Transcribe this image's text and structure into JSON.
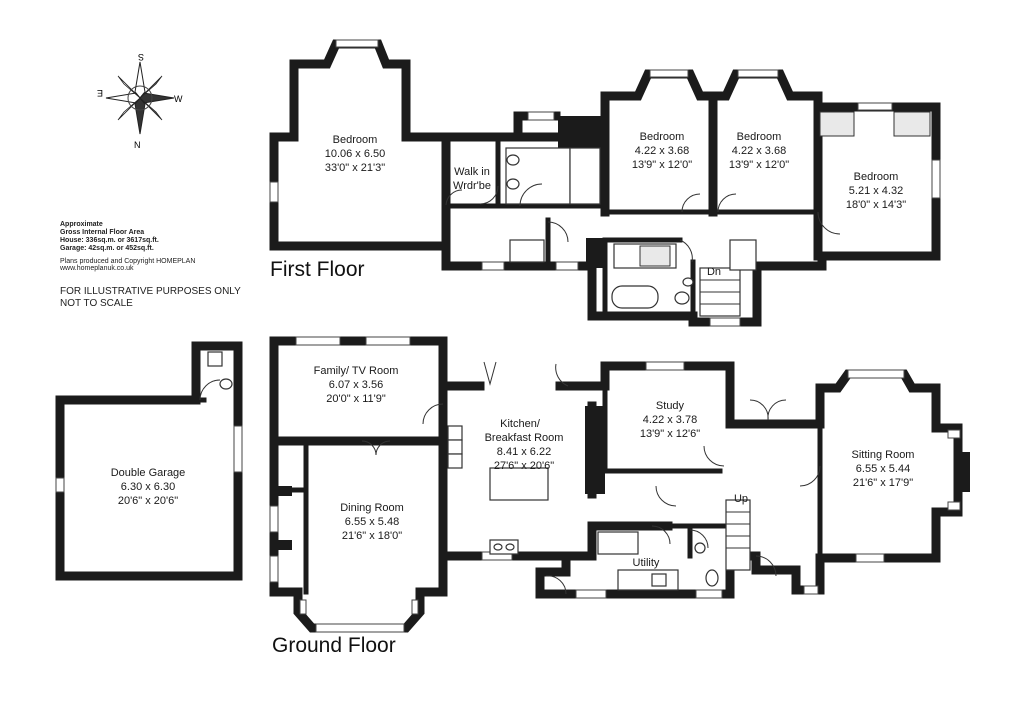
{
  "floors": {
    "first": "First Floor",
    "ground": "Ground Floor"
  },
  "compass": {
    "n": "N",
    "s": "S",
    "e": "E",
    "w": "W"
  },
  "info": {
    "line1": "Approximate",
    "line2": "Gross Internal Floor Area",
    "line3": "House: 336sq.m. or 3617sq.ft.",
    "line4": "Garage: 42sq.m. or 452sq.ft.",
    "line5": "Plans produced and Copyright HOMEPLAN",
    "line6": "www.homeplanuk.co.uk",
    "notice1": "FOR ILLUSTRATIVE PURPOSES ONLY",
    "notice2": "NOT TO SCALE"
  },
  "rooms": {
    "bedroom1": {
      "name": "Bedroom",
      "metric": "10.06 x 6.50",
      "imperial": "33'0\" x 21'3\""
    },
    "walkin": {
      "name1": "Walk in",
      "name2": "Wrdr'be"
    },
    "bedroom2": {
      "name": "Bedroom",
      "metric": "4.22 x 3.68",
      "imperial": "13'9\" x 12'0\""
    },
    "bedroom3": {
      "name": "Bedroom",
      "metric": "4.22 x 3.68",
      "imperial": "13'9\" x 12'0\""
    },
    "bedroom4": {
      "name": "Bedroom",
      "metric": "5.21 x 4.32",
      "imperial": "18'0\" x 14'3\""
    },
    "stairs_down": "Dn",
    "garage": {
      "name": "Double Garage",
      "metric": "6.30 x 6.30",
      "imperial": "20'6\" x 20'6\""
    },
    "family": {
      "name": "Family/ TV Room",
      "metric": "6.07 x 3.56",
      "imperial": "20'0\" x 11'9\""
    },
    "dining": {
      "name": "Dining Room",
      "metric": "6.55 x 5.48",
      "imperial": "21'6\" x 18'0\""
    },
    "kitchen": {
      "name1": "Kitchen/",
      "name2": "Breakfast Room",
      "metric": "8.41 x 6.22",
      "imperial": "27'6\" x 20'6\""
    },
    "study": {
      "name": "Study",
      "metric": "4.22 x 3.78",
      "imperial": "13'9\" x 12'6\""
    },
    "sitting": {
      "name": "Sitting Room",
      "metric": "6.55 x 5.44",
      "imperial": "21'6\" x 17'9\""
    },
    "utility": "Utility",
    "stairs_up": "Up"
  }
}
